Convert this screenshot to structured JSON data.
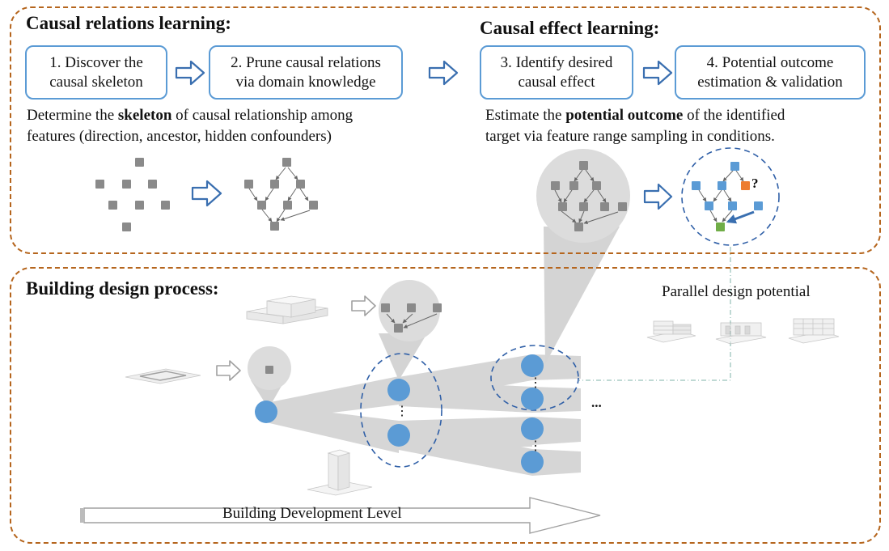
{
  "causal_relations": {
    "heading": "Causal relations learning:",
    "steps": [
      {
        "line1": "1. Discover the",
        "line2": "causal skeleton"
      },
      {
        "line1": "2. Prune causal relations",
        "line2": "via domain knowledge"
      }
    ],
    "description": {
      "prefix": "Determine the ",
      "bold": "skeleton",
      "suffix": " of causal relationship among",
      "line2": "features (direction, ancestor, hidden confounders)"
    }
  },
  "causal_effect": {
    "heading": "Causal effect learning:",
    "steps": [
      {
        "line1": "3. Identify desired",
        "line2": "causal effect"
      },
      {
        "line1": "4. Potential outcome",
        "line2": "estimation & validation"
      }
    ],
    "description": {
      "prefix": "Estimate the ",
      "bold": "potential outcome",
      "suffix": " of the identified",
      "line2": "target via feature range sampling in conditions."
    },
    "unknown_marker": "?"
  },
  "building_design": {
    "heading": "Building design process:",
    "parallel_label": "Parallel design potential",
    "ellipsis": "...",
    "vertical_ellipsis": "⋮",
    "level_arrow_label": "Building Development Level"
  },
  "colors": {
    "section_border": "#b5651d",
    "step_border": "#5b9bd5",
    "node_gray": "#8a8a8a",
    "node_blue": "#5b9bd5",
    "node_orange": "#ed7d31",
    "node_green": "#70ad47",
    "stage_dot": "#5b9bd5"
  }
}
